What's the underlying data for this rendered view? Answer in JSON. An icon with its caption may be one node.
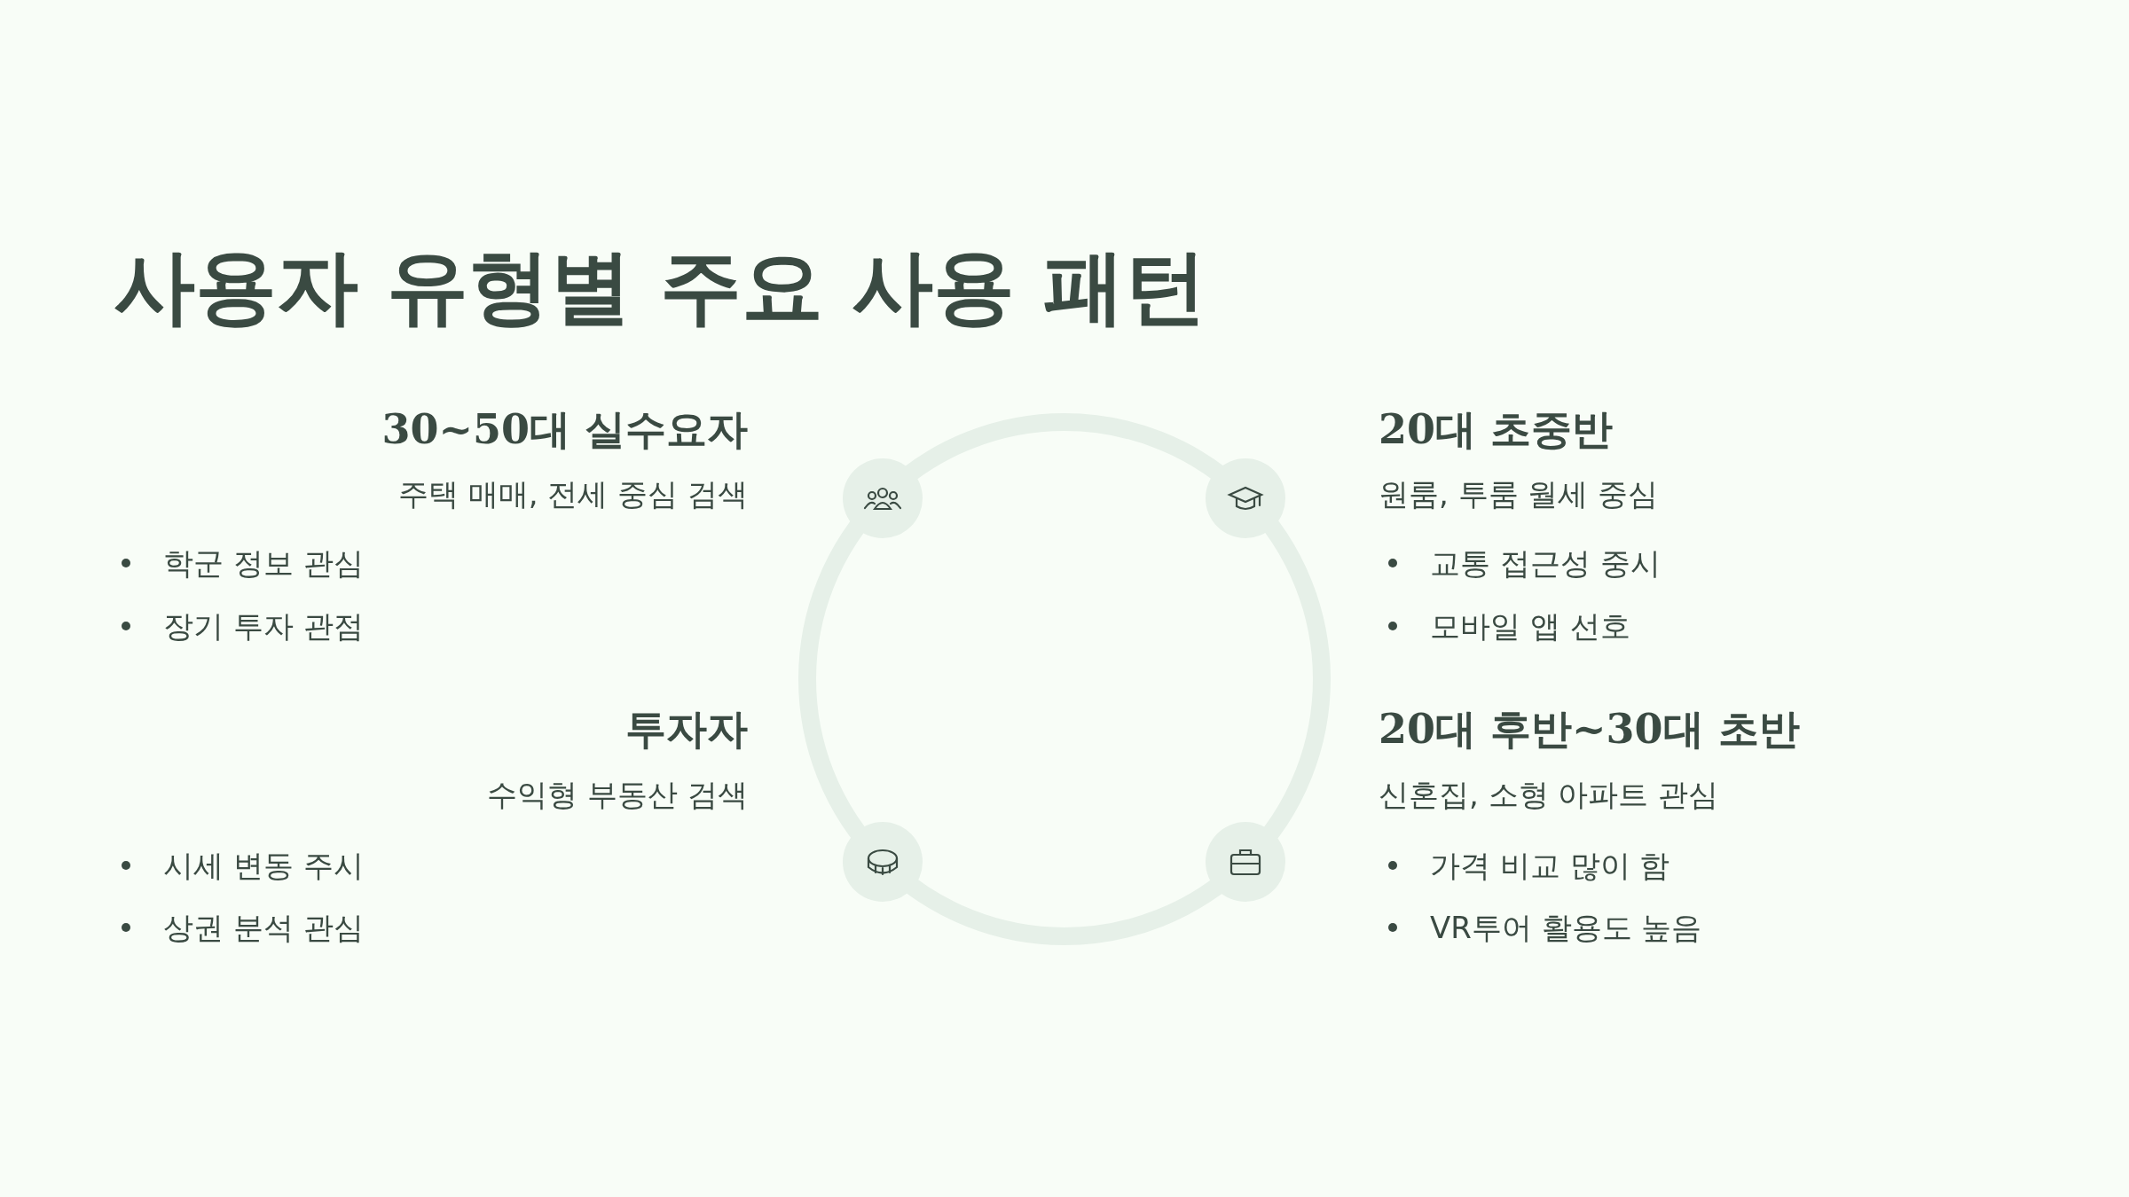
{
  "diagram": {
    "title": "사용자 유형별 주요 사용 패턴",
    "labels": [
      "30~50대 실수요자",
      "주택 매매, 전세 중심 검색",
      "학군 정보 관심",
      "장기 투자 관점",
      "20대 초중반",
      "원룸, 투룸 월세 중심",
      "교통 접근성 중시",
      "모바일 앱 선호",
      "투자자",
      "수익형 부동산 검색",
      "시세 변동 주시",
      "상권 분석 관심",
      "20대 후반~30대 초반",
      "신혼집, 소형 아파트 관심",
      "가격 비교 많이 함",
      "VR투어 활용도 높음"
    ]
  }
}
